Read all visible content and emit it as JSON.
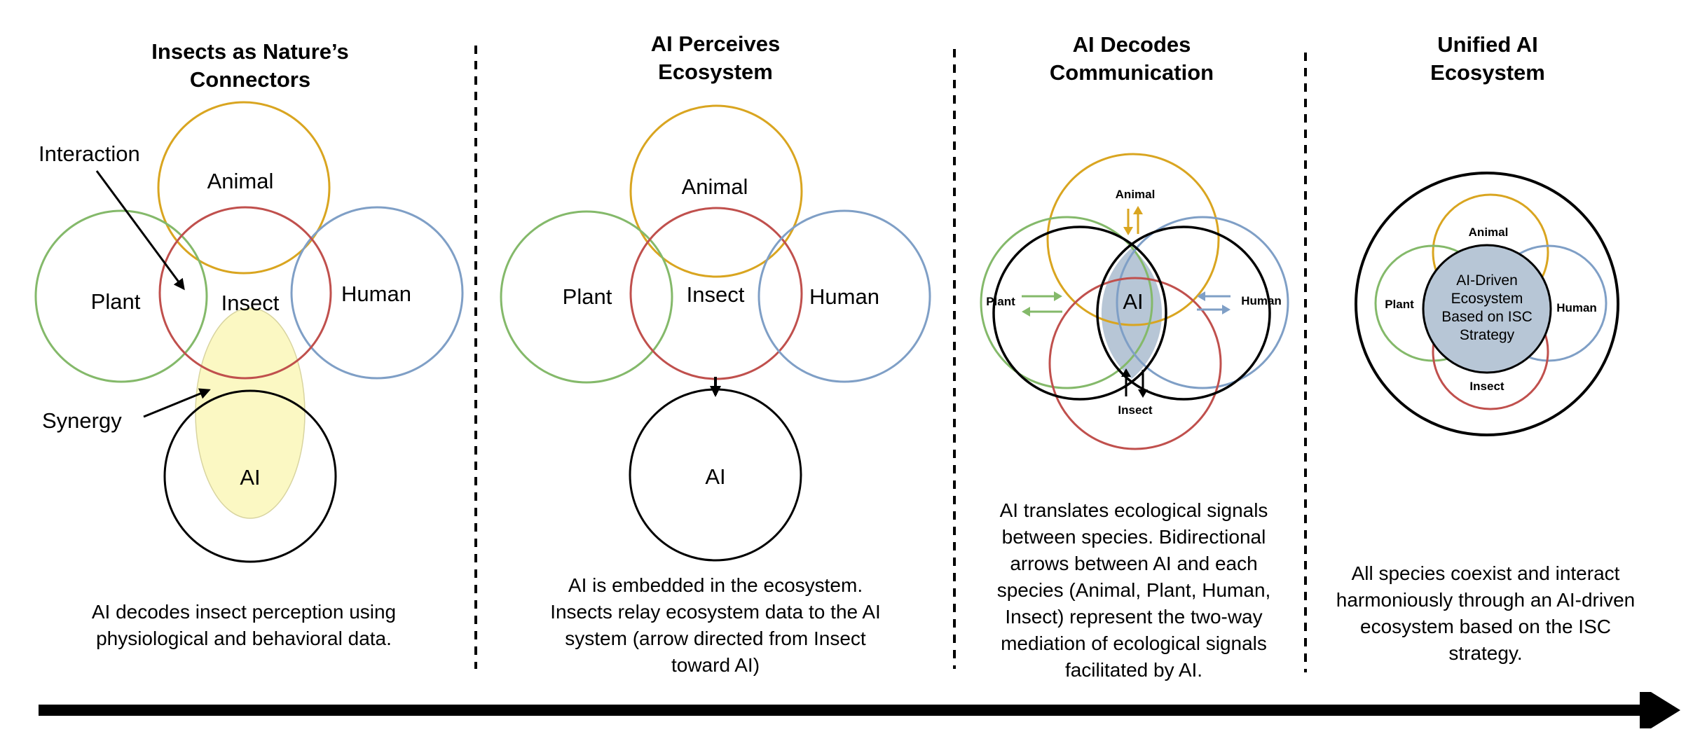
{
  "colors": {
    "animal": "#D9A520",
    "plant": "#84B96A",
    "insect": "#C0504D",
    "human": "#7F9FC6",
    "ai_fill": "#B7C6D6",
    "synergy_fill": "#FBF8C3",
    "ink": "#000000"
  },
  "panel1": {
    "title_line1": "Insects as Nature’s",
    "title_line2": "Connectors",
    "animal": "Animal",
    "plant": "Plant",
    "insect": "Insect",
    "human": "Human",
    "ai": "AI",
    "interaction_label": "Interaction",
    "synergy_label": "Synergy",
    "desc_line1": "AI decodes insect perception using",
    "desc_line2": "physiological and behavioral data."
  },
  "panel2": {
    "title_line1": "AI Perceives",
    "title_line2": "Ecosystem",
    "animal": "Animal",
    "plant": "Plant",
    "insect": "Insect",
    "human": "Human",
    "ai": "AI",
    "desc_line1": "AI is embedded in the ecosystem.",
    "desc_line2": "Insects relay ecosystem data to the AI",
    "desc_line3": "system (arrow directed from Insect",
    "desc_line4": "toward AI)"
  },
  "panel3": {
    "title_line1": "AI Decodes",
    "title_line2": "Communication",
    "animal": "Animal",
    "plant": "Plant",
    "human": "Human",
    "insect": "Insect",
    "ai": "AI",
    "desc_line1": "AI translates ecological signals",
    "desc_line2": "between species. Bidirectional",
    "desc_line3": "arrows between AI and each",
    "desc_line4": "species (Animal, Plant, Human,",
    "desc_line5": "Insect) represent the two-way",
    "desc_line6": "mediation of ecological signals",
    "desc_line7": "facilitated by AI."
  },
  "panel4": {
    "title_line1": "Unified AI",
    "title_line2": "Ecosystem",
    "animal": "Animal",
    "plant": "Plant",
    "human": "Human",
    "insect": "Insect",
    "center_line1": "AI-Driven",
    "center_line2": "Ecosystem",
    "center_line3": "Based on ISC",
    "center_line4": "Strategy",
    "desc_line1": "All species coexist and interact",
    "desc_line2": "harmoniously through an AI-driven",
    "desc_line3": "ecosystem based on the ISC",
    "desc_line4": "strategy."
  }
}
